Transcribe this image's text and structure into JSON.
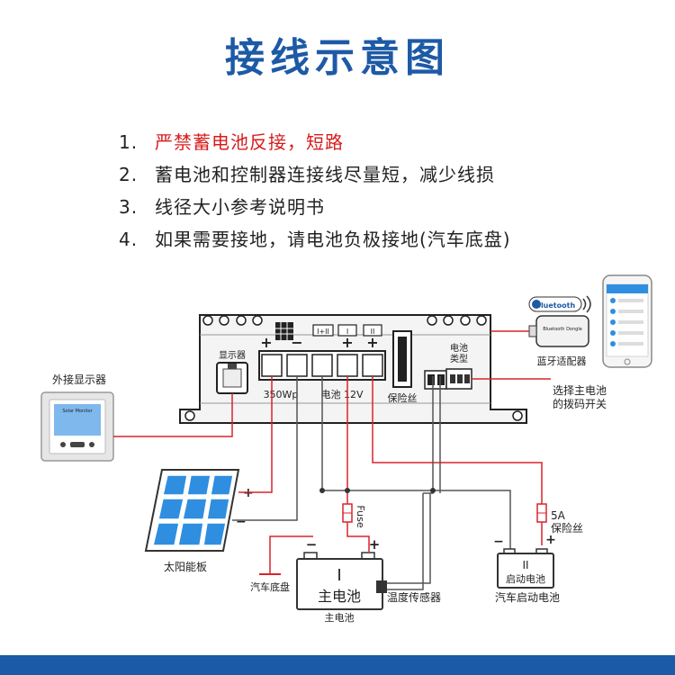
{
  "title": "接线示意图",
  "notes": [
    {
      "num": "1.",
      "text": "严禁蓄电池反接，短路",
      "warning": true
    },
    {
      "num": "2.",
      "text": "蓄电池和控制器连接线尽量短，减少线损",
      "warning": false
    },
    {
      "num": "3.",
      "text": "线径大小参考说明书",
      "warning": false
    },
    {
      "num": "4.",
      "text": "如果需要接地，请电池负极接地(汽车底盘)",
      "warning": false
    }
  ],
  "labels": {
    "display_port": "显示器",
    "external_display": "外接显示器",
    "display_screen_title": "Solar Monitor",
    "pv_rating": "350Wp",
    "battery_rating": "电池 12V",
    "fuse_slot": "保险丝",
    "battery_type": "电池\n类型",
    "dip_switch": "选择主电池\n的拨码开关",
    "bluetooth_adapter": "蓝牙适配器",
    "bluetooth_brand": "Bluetooth",
    "bluetooth_dongle_text": "Bluetooth Dongle",
    "solar_panel": "太阳能板",
    "main_battery_roman": "I",
    "main_battery_text": "主电池",
    "main_battery_caption": "主电池",
    "temp_sensor": "温度传感器",
    "chassis_ground": "汽车底盘",
    "fuse_inline": "Fuse",
    "fuse_5a": "5A\n保险丝",
    "start_battery_roman": "II",
    "start_battery_text": "启动电池",
    "start_battery_caption": "汽车启动电池",
    "terminal_i_ii": "I+II",
    "terminal_i": "I",
    "terminal_ii": "II",
    "plus": "+",
    "minus": "−"
  },
  "colors": {
    "title_blue": "#1d5aa6",
    "warning_red": "#d71c1c",
    "wire_red": "#d9232b",
    "wire_gray": "#555555",
    "panel_blue": "#2f8ee0",
    "footer_blue": "#1b5aa6"
  }
}
